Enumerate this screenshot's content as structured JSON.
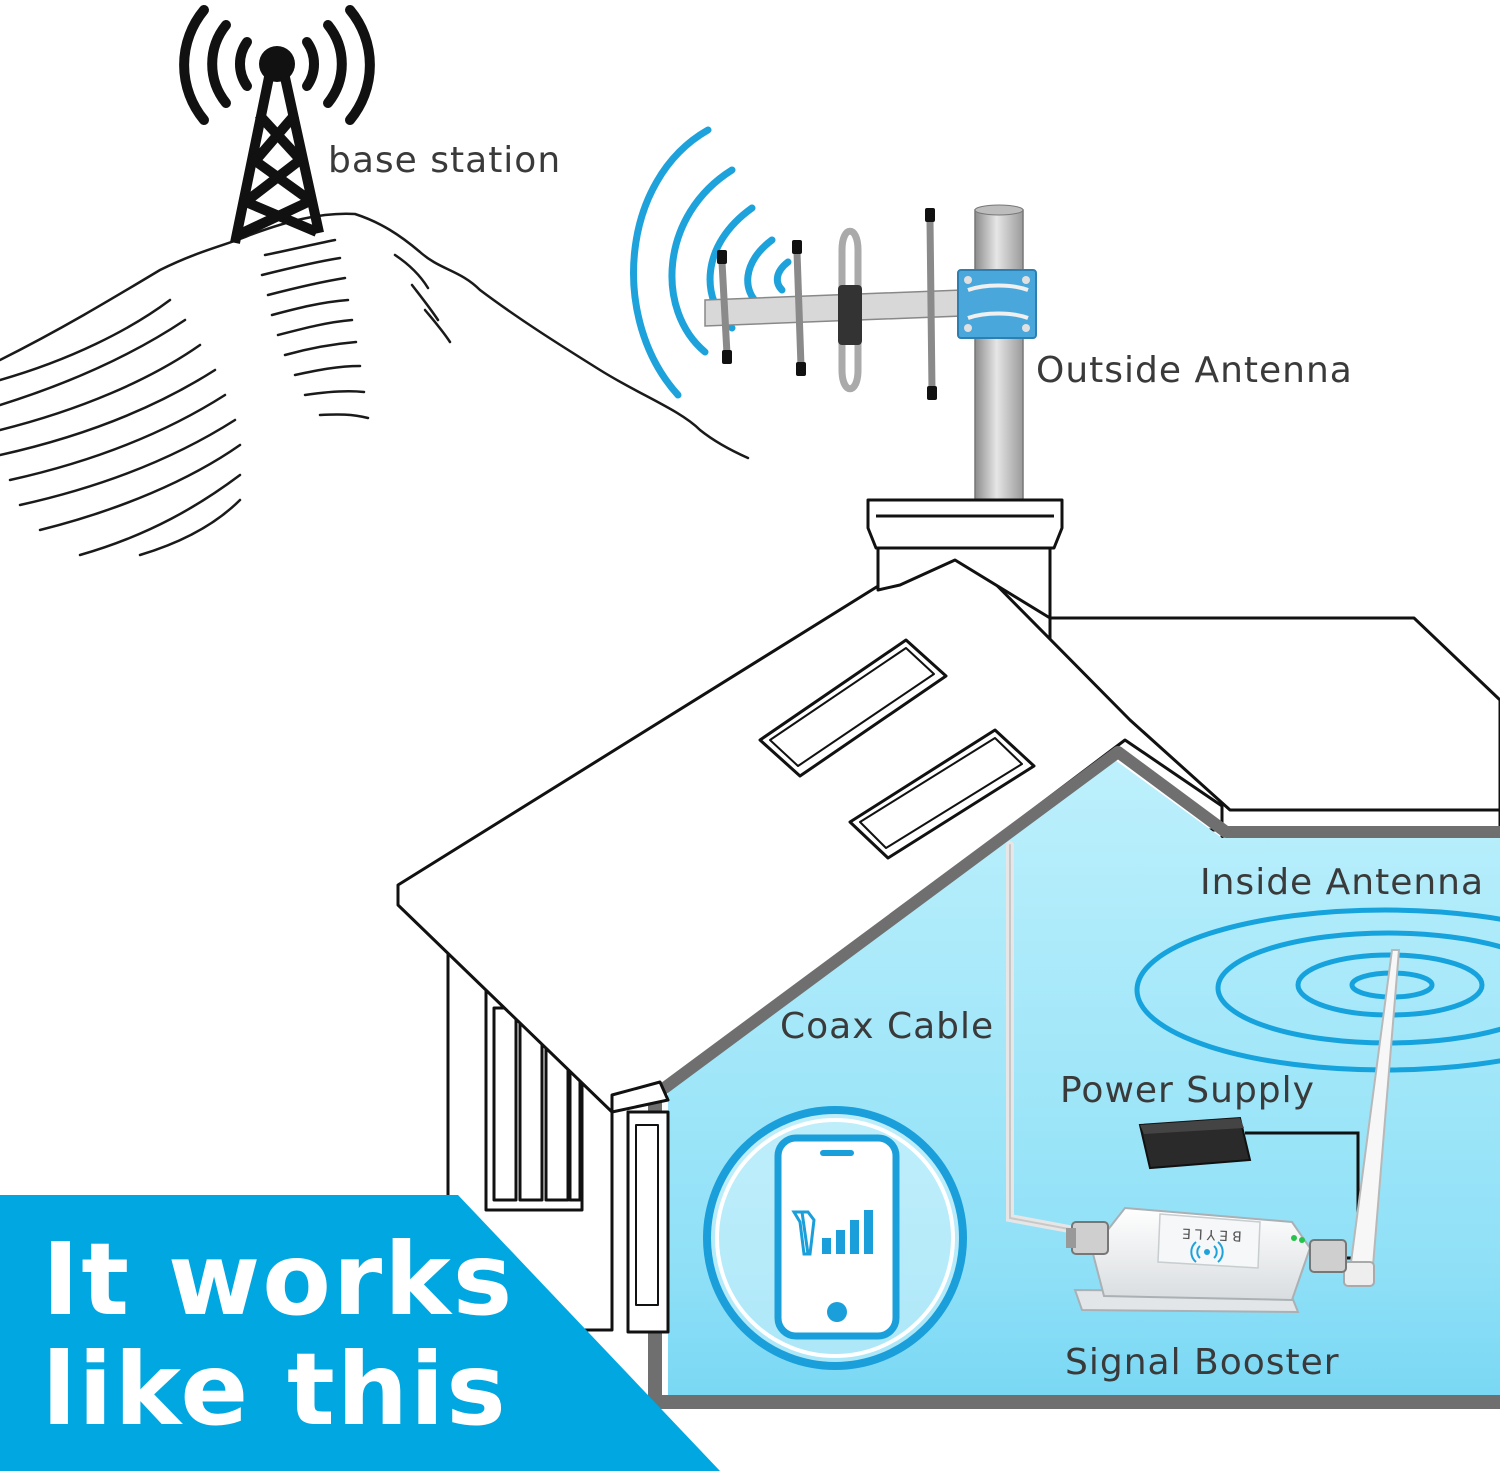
{
  "labels": {
    "base_station": "base station",
    "outside_antenna": "Outside Antenna",
    "inside_antenna": "Inside Antenna",
    "coax_cable": "Coax Cable",
    "power_supply": "Power Supply",
    "signal_booster": "Signal Booster"
  },
  "headline": {
    "line1": "It works",
    "line2": "like this"
  },
  "device_brand": "BEYLE",
  "colors": {
    "accent": "#00a7e1",
    "interior": "#a8e6f7",
    "line": "#222222",
    "text": "#3a3a3a"
  },
  "icons": [
    "cell-tower-icon",
    "yagi-antenna-icon",
    "smartphone-signal-icon",
    "power-adapter-icon",
    "booster-device-icon",
    "whip-antenna-icon"
  ]
}
